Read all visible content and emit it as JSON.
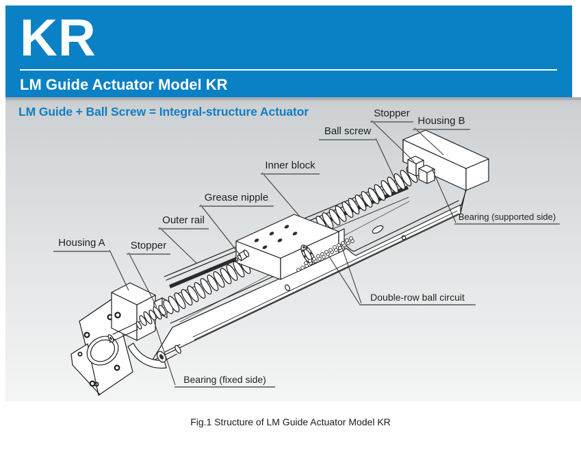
{
  "header": {
    "product_code": "KR",
    "subtitle": "LM Guide Actuator Model KR"
  },
  "headline": "LM Guide + Ball Screw = Integral-structure Actuator",
  "figure": {
    "caption": "Fig.1 Structure of LM Guide Actuator Model KR",
    "labels": {
      "stopper_top": "Stopper",
      "housing_b": "Housing B",
      "ball_screw": "Ball screw",
      "inner_block": "Inner block",
      "grease_nipple": "Grease nipple",
      "outer_rail": "Outer rail",
      "housing_a": "Housing A",
      "stopper_left": "Stopper",
      "bearing_supported": "Bearing (supported side)",
      "double_row_ball_circuit": "Double-row ball circuit",
      "bearing_fixed": "Bearing (fixed side)"
    }
  },
  "colors": {
    "brand_blue": "#0a80c5",
    "headline_blue": "#0e7ec4",
    "panel_gray_top": "#c7cbcd",
    "panel_gray_bottom": "#f4f5f5",
    "drawing_line": "#1c1c1c"
  }
}
